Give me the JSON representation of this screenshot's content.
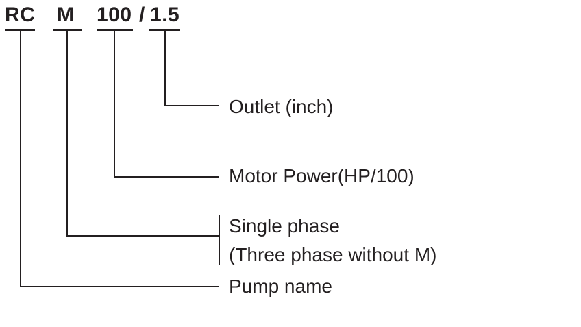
{
  "code": {
    "rc": "RC",
    "m": "M",
    "power": "100",
    "slash": "/",
    "outlet": "1.5"
  },
  "labels": {
    "outlet": "Outlet (inch)",
    "motor_power": "Motor Power(HP/100)",
    "single_phase": "Single phase",
    "three_phase_note": "(Three phase without M)",
    "pump_name": "Pump name"
  },
  "colors": {
    "ink": "#231f20",
    "background": "#ffffff"
  }
}
